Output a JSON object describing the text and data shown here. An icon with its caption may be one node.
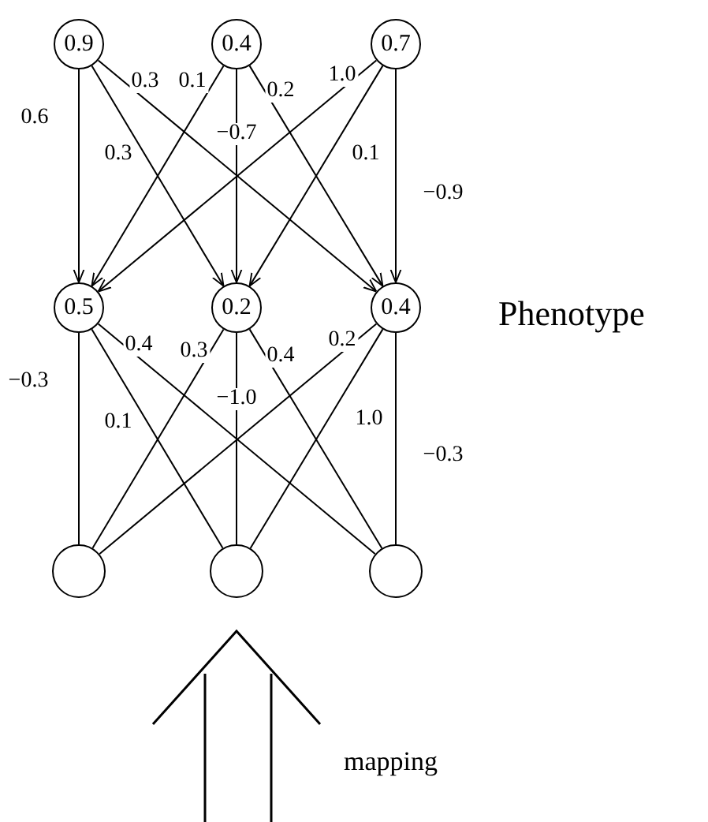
{
  "diagram": {
    "nodes": [
      {
        "text": [
          "0.9"
        ]
      },
      {
        "text": [
          "0.4"
        ]
      },
      {
        "text": [
          "0.7"
        ]
      },
      {
        "text": [
          "0.5"
        ]
      },
      {
        "text": [
          "0.2"
        ]
      },
      {
        "text": [
          "0.4"
        ]
      },
      {
        "text": [],
        "shape": "circle"
      },
      {
        "text": [],
        "shape": "circle"
      },
      {
        "text": [],
        "shape": "circle"
      }
    ],
    "edges": [
      {
        "from": 0,
        "to": 3,
        "arrow": "to",
        "label": "0.6"
      },
      {
        "from": 0,
        "to": 4,
        "arrow": "to",
        "label": "0.3"
      },
      {
        "from": 0,
        "to": 5,
        "arrow": "to",
        "label": "0.3"
      },
      {
        "from": 1,
        "to": 3,
        "arrow": "to",
        "label": "0.1"
      },
      {
        "from": 1,
        "to": 4,
        "arrow": "to",
        "label": "−0.7"
      },
      {
        "from": 1,
        "to": 5,
        "arrow": "to",
        "label": "0.2"
      },
      {
        "from": 2,
        "to": 3,
        "arrow": "to",
        "label": "1.0"
      },
      {
        "from": 2,
        "to": 4,
        "arrow": "to",
        "label": "0.1"
      },
      {
        "from": 2,
        "to": 5,
        "arrow": "to",
        "label": "−0.9"
      },
      {
        "from": 3,
        "to": 6,
        "arrow": "none",
        "label": "−0.3"
      },
      {
        "from": 3,
        "to": 7,
        "arrow": "none",
        "label": "0.1"
      },
      {
        "from": 3,
        "to": 8,
        "arrow": "none",
        "label": "0.4"
      },
      {
        "from": 4,
        "to": 6,
        "arrow": "none",
        "label": "0.3"
      },
      {
        "from": 4,
        "to": 7,
        "arrow": "none",
        "label": "−1.0"
      },
      {
        "from": 4,
        "to": 8,
        "arrow": "none",
        "label": "0.4"
      },
      {
        "from": 5,
        "to": 6,
        "arrow": "none",
        "label": "0.2"
      },
      {
        "from": 5,
        "to": 7,
        "arrow": "none",
        "label": "1.0"
      },
      {
        "from": 5,
        "to": 8,
        "arrow": "none",
        "label": "−0.3"
      }
    ],
    "labels": [
      "Phenotype",
      "mapping"
    ]
  }
}
